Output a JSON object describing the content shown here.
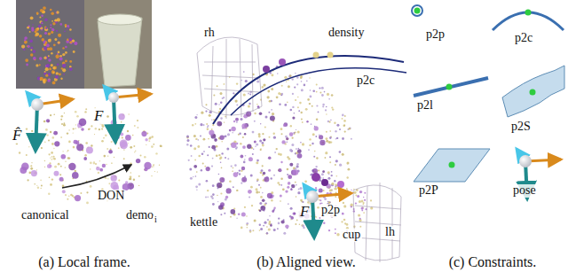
{
  "diagram": {
    "labels": [
      "F̂",
      "F",
      "DON",
      "canonical",
      "demo",
      "i",
      "rh",
      "density",
      "p2c",
      "p2p",
      "F",
      "kettle",
      "cup",
      "lh",
      "p2p",
      "p2c",
      "p2l",
      "p2S",
      "p2P",
      "pose",
      "(a) Local frame.",
      "(b) Aligned view.",
      "(c) Constraints."
    ]
  }
}
